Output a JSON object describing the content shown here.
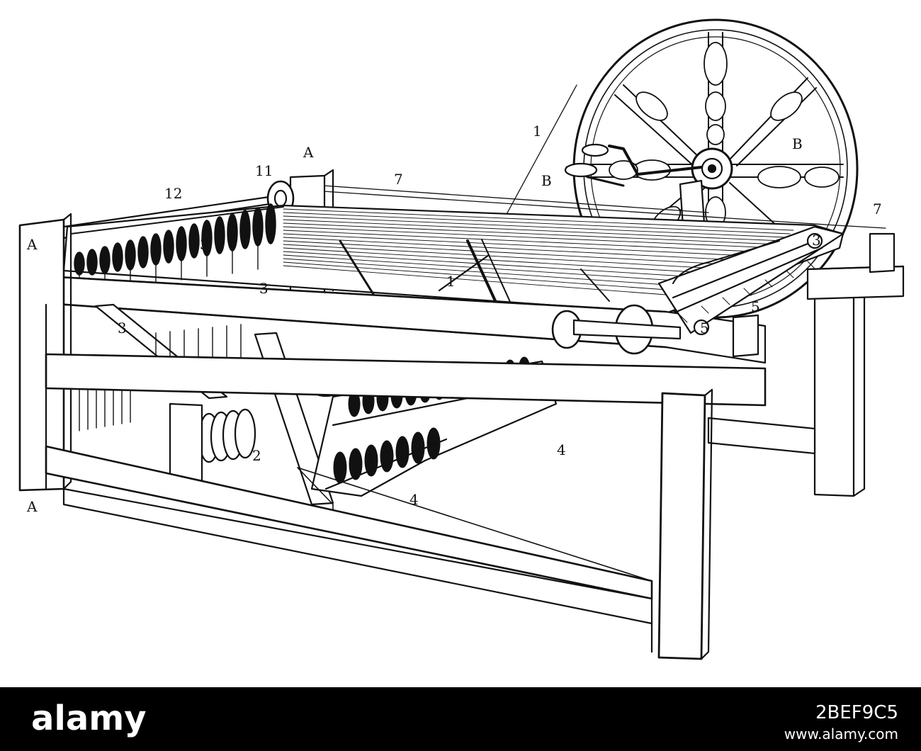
{
  "diagram": {
    "labels": [
      {
        "id": "label-a-top",
        "text": "A"
      },
      {
        "id": "label-a-left",
        "text": "A"
      },
      {
        "id": "label-a-bottom",
        "text": "A"
      },
      {
        "id": "label-b-right",
        "text": "B"
      },
      {
        "id": "label-b-left",
        "text": "B"
      },
      {
        "id": "label-1-top",
        "text": "1"
      },
      {
        "id": "label-1-center",
        "text": "1"
      },
      {
        "id": "label-2",
        "text": "2"
      },
      {
        "id": "label-3-rear",
        "text": "3"
      },
      {
        "id": "label-3-mid",
        "text": "3"
      },
      {
        "id": "label-3-left",
        "text": "3"
      },
      {
        "id": "label-3-right",
        "text": "3"
      },
      {
        "id": "label-4-right",
        "text": "4"
      },
      {
        "id": "label-4-bottom",
        "text": "4"
      },
      {
        "id": "label-5-right",
        "text": "5"
      },
      {
        "id": "label-5-carriage",
        "text": "5"
      },
      {
        "id": "label-7-top",
        "text": "7"
      },
      {
        "id": "label-7-right",
        "text": "7"
      },
      {
        "id": "label-11",
        "text": "11"
      },
      {
        "id": "label-12",
        "text": "12"
      }
    ]
  },
  "footer": {
    "brand": "alamy",
    "image_id": "2BEF9C5",
    "url": "www.alamy.com"
  },
  "colors": {
    "ink": "#111111",
    "paper": "#ffffff",
    "footer_bg": "#000000",
    "footer_text": "#ffffff"
  }
}
